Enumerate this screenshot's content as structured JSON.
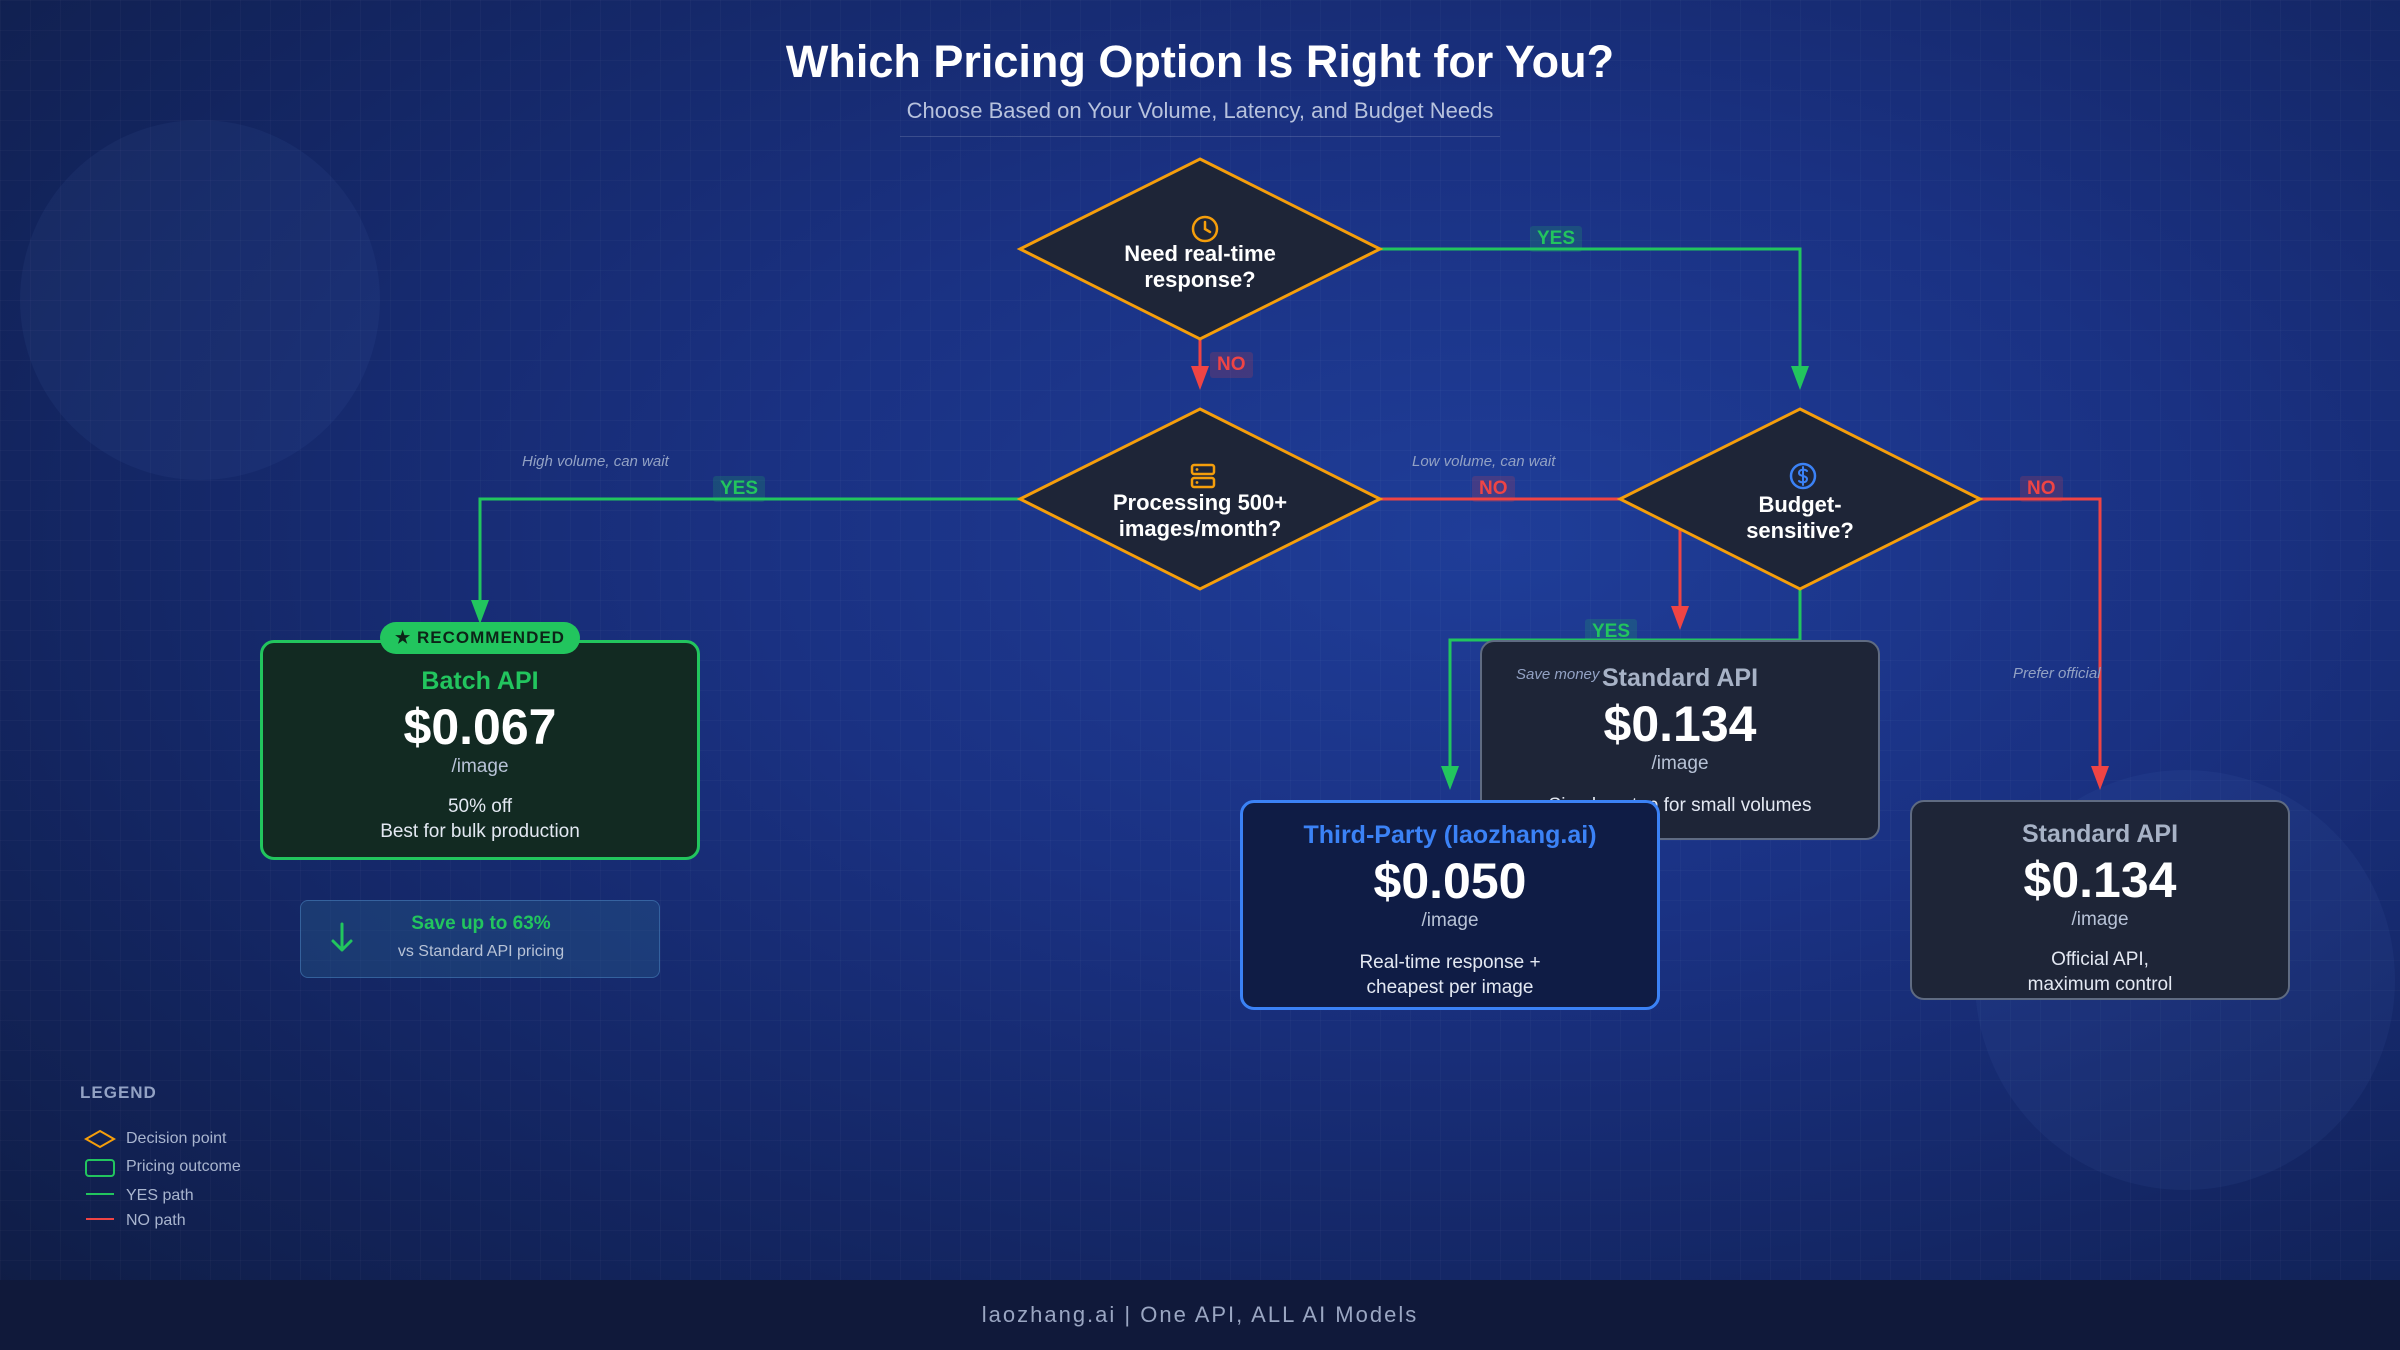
{
  "header": {
    "title": "Which Pricing Option Is Right for You?",
    "subtitle": "Choose Based on Your Volume, Latency, and Budget Needs"
  },
  "decisions": {
    "realtime": {
      "line1": "Need real-time",
      "line2": "response?",
      "icon": "clock-icon"
    },
    "volume": {
      "line1": "Processing 500+",
      "line2": "images/month?",
      "icon": "server-icon"
    },
    "budget": {
      "line1": "Budget-",
      "line2": "sensitive?",
      "icon": "dollar-coin-icon"
    }
  },
  "edges": {
    "yes": "YES",
    "no": "NO",
    "note_high_volume": "High volume, can wait",
    "note_low_volume": "Low volume, can wait",
    "note_save_money": "Save money",
    "note_prefer_official": "Prefer official"
  },
  "outcomes": {
    "batch": {
      "badge": "RECOMMENDED",
      "name": "Batch API",
      "price": "$0.067",
      "unit": "/image",
      "desc1": "50% off",
      "desc2": "Best for bulk production"
    },
    "standard_low": {
      "name": "Standard API",
      "price": "$0.134",
      "unit": "/image",
      "desc1": "Simple setup for small volumes"
    },
    "third_party": {
      "name": "Third-Party (laozhang.ai)",
      "price": "$0.050",
      "unit": "/image",
      "desc1": "Real-time response +",
      "desc2": "cheapest per image"
    },
    "standard_official": {
      "name": "Standard API",
      "price": "$0.134",
      "unit": "/image",
      "desc1": "Official API,",
      "desc2": "maximum control"
    }
  },
  "savings": {
    "title": "Save up to 63%",
    "subtitle": "vs Standard API pricing",
    "icon": "arrow-down-icon"
  },
  "legend": {
    "title": "LEGEND",
    "decision": "Decision point",
    "outcome": "Pricing outcome",
    "yes_path": "YES path",
    "no_path": "NO path"
  },
  "footer": {
    "text": "laozhang.ai | One API, ALL AI Models"
  },
  "colors": {
    "yes": "#22c55e",
    "no": "#ef4444",
    "decision_border": "#f59e0b",
    "decision_fill": "#1e2537",
    "batch_accent": "#22c55e",
    "third_party_accent": "#3b82f6",
    "standard_text": "#a7b2c6"
  }
}
